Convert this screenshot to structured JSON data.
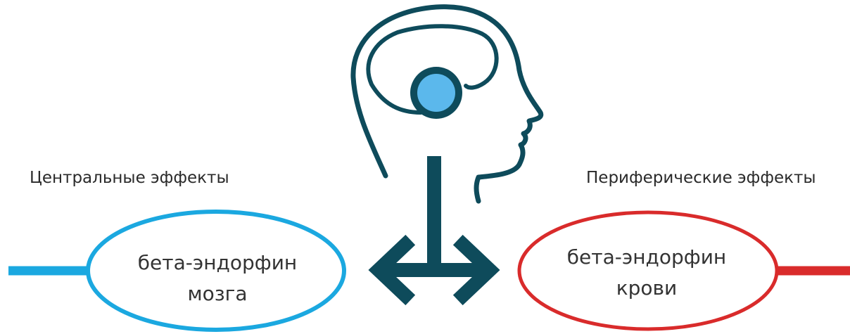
{
  "central": {
    "heading": "Центральные эффекты",
    "line1": "бета-эндорфин",
    "line2": "мозга",
    "color": "#1ba8e0"
  },
  "peripheral": {
    "heading": "Периферические эффекты",
    "line1": "бета-эндорфин",
    "line2": "крови",
    "color": "#d92b2b"
  },
  "head": {
    "outline_color": "#0e4b5b",
    "dot_color": "#5bb8ec"
  },
  "icons": [
    "head-profile-icon",
    "brain-icon",
    "t-arrow-icon"
  ]
}
